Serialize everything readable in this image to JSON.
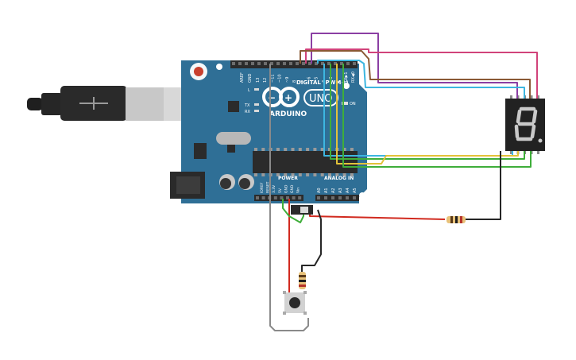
{
  "board": {
    "brand": "ARDUINO",
    "model": "UNO",
    "digital_header": "DIGITAL (PWM~)",
    "power_header": "POWER",
    "analog_header": "ANALOG IN",
    "on_label": "ON",
    "l_label": "L",
    "tx_label": "TX",
    "rx_label": "RX",
    "aref": "AREF",
    "gnd": "GND",
    "tx_pin": "TX▶1",
    "rx_pin": "RX◀0",
    "digital_pins": [
      "13",
      "12",
      "~11",
      "~10",
      "~9",
      "8",
      "7",
      "~6",
      "~5",
      "4",
      "~3",
      "2"
    ],
    "power_pins": [
      "IOREF",
      "RESET",
      "3.3V",
      "5V",
      "GND",
      "GND",
      "Vin"
    ],
    "analog_pins": [
      "A0",
      "A1",
      "A2",
      "A3",
      "A4",
      "A5"
    ],
    "colors": {
      "board": "#2f6f96",
      "header": "#2b2b2b"
    }
  },
  "display": {
    "glyph": "8",
    "colors": {
      "body": "#222222",
      "segment": "#c9c9c9"
    }
  },
  "wires": {
    "colors": {
      "purple": "#8b3fa3",
      "pink": "#d1437a",
      "brown": "#8a5a35",
      "cyan": "#3db6e0",
      "green": "#3fae3a",
      "yellow": "#e3c23a",
      "red": "#d12a1f",
      "black": "#262626",
      "gray": "#8a8a8a"
    }
  }
}
